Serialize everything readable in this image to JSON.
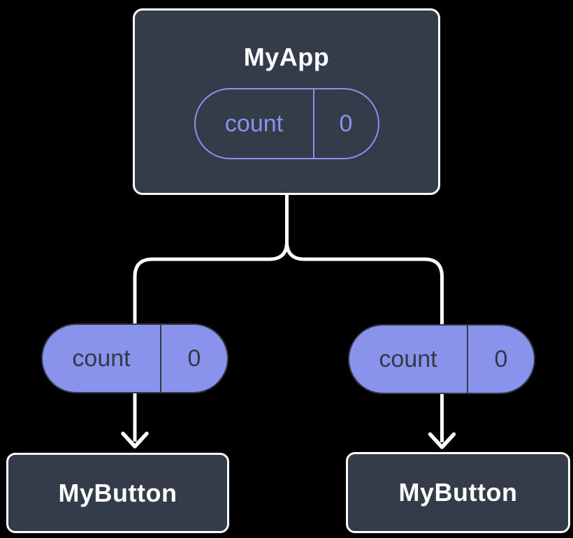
{
  "colors": {
    "background": "#000000",
    "node-bg": "#343b49",
    "node-border": "#ffffff",
    "accent": "#8a93ec",
    "dark-text": "#333947",
    "line": "#ffffff"
  },
  "tree": {
    "root": {
      "label": "MyApp",
      "state": {
        "name": "count",
        "value": "0"
      }
    },
    "props": [
      {
        "name": "count",
        "value": "0"
      },
      {
        "name": "count",
        "value": "0"
      }
    ],
    "children": [
      {
        "label": "MyButton"
      },
      {
        "label": "MyButton"
      }
    ]
  }
}
